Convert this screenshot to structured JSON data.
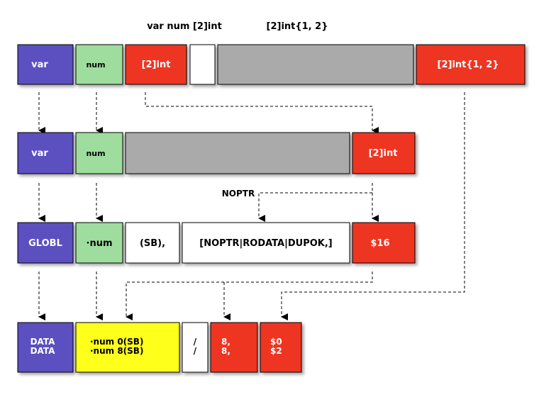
{
  "header": {
    "source_decl": "var num [2]int",
    "source_value": "[2]int{1, 2}"
  },
  "row1": {
    "var": "var",
    "num": "num",
    "type": "[2]int",
    "value": "[2]int{1, 2}"
  },
  "row2": {
    "var": "var",
    "num": "num",
    "type": "[2]int"
  },
  "row3": {
    "globl": "GLOBL",
    "num": "·num",
    "sb": "(SB),",
    "flags": "[NOPTR|RODATA|DUPOK,]",
    "size": "$16",
    "noptr_label": "NOPTR"
  },
  "row4": {
    "data_lines": [
      "DATA",
      "DATA"
    ],
    "sym_lines": [
      "·num 0(SB)",
      "·num 8(SB)"
    ],
    "slash_lines": [
      "/",
      "/"
    ],
    "width_lines": [
      "8,",
      "8,"
    ],
    "value_lines": [
      "$0",
      "$2"
    ]
  },
  "colors": {
    "blue": "#5b4fc0",
    "green": "#9edd9e",
    "red": "#ee3524",
    "gray": "#aaaaaa",
    "yellow": "#ffff1f",
    "white": "#ffffff"
  }
}
